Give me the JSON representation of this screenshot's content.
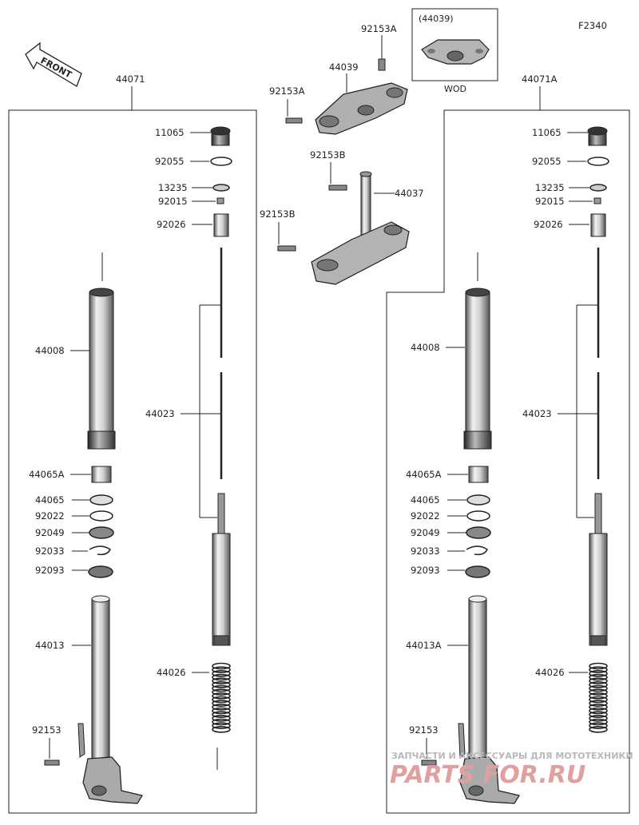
{
  "figure_code": "F2340",
  "front_label": "FRONT",
  "inset": {
    "part_number": "(44039)",
    "caption": "WOD"
  },
  "assembly_left": "44071",
  "assembly_right": "44071A",
  "labels": {
    "p92153A_1": "92153A",
    "p44039": "44039",
    "p92153A_2": "92153A",
    "p92153B_1": "92153B",
    "p44037": "44037",
    "p92153B_2": "92153B"
  },
  "left_fork": {
    "p11065": "11065",
    "p92055": "92055",
    "p13235": "13235",
    "p92015": "92015",
    "p92026": "92026",
    "p44008": "44008",
    "p44023": "44023",
    "p44065A": "44065A",
    "p44065": "44065",
    "p92022": "92022",
    "p92049": "92049",
    "p92033": "92033",
    "p92093": "92093",
    "p44013": "44013",
    "p44026": "44026",
    "p92153": "92153"
  },
  "right_fork": {
    "p11065": "11065",
    "p92055": "92055",
    "p13235": "13235",
    "p92015": "92015",
    "p92026": "92026",
    "p44008": "44008",
    "p44023": "44023",
    "p44065A": "44065A",
    "p44065": "44065",
    "p92022": "92022",
    "p92049": "92049",
    "p92033": "92033",
    "p92093": "92093",
    "p44013A": "44013A",
    "p44026": "44026",
    "p92153": "92153"
  },
  "watermark": {
    "line1": "ЗАПЧАСТИ И АКСЕССУАРЫ ДЛЯ МОТОТЕХНИКИ",
    "line2": "PARTS FOR.RU"
  }
}
